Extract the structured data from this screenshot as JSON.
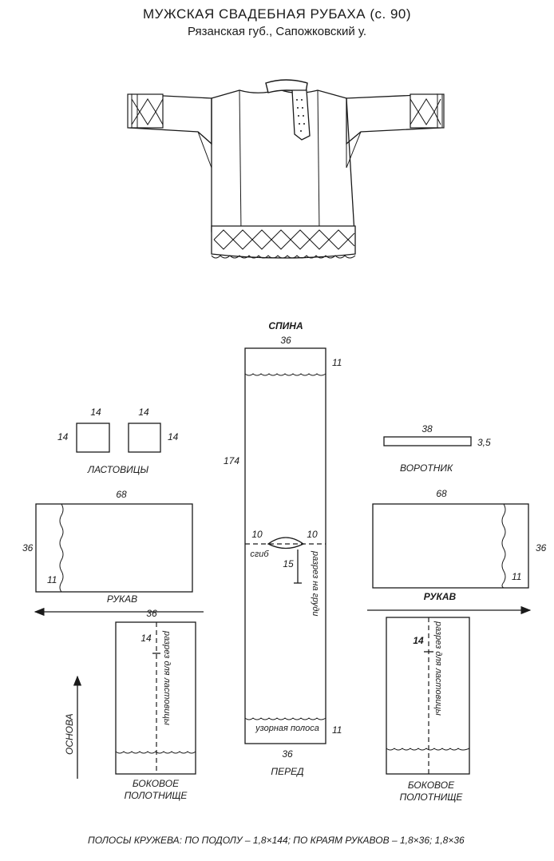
{
  "header": {
    "title": "МУЖСКАЯ СВАДЕБНАЯ РУБАХА (с. 90)",
    "subtitle": "Рязанская губ., Сапожковский у."
  },
  "back_panel": {
    "label_top": "СПИНА",
    "width_top": "36",
    "pattern_top": "11",
    "length": "174",
    "fold_left": "10",
    "fold_right": "10",
    "fold_label": "сгиб",
    "slit_len": "15",
    "slit_label": "разрез на груди",
    "pattern_bottom": "11",
    "pattern_band": "узорная полоса",
    "width_bottom": "36",
    "label_bottom": "ПЕРЕД"
  },
  "gussets": {
    "width_1": "14",
    "width_2": "14",
    "height_1": "14",
    "height_2": "14",
    "label": "ЛАСТОВИЦЫ"
  },
  "collar": {
    "length": "38",
    "height": "3,5",
    "label": "ВОРОТНИК"
  },
  "sleeve_left": {
    "length": "68",
    "height": "36",
    "pattern": "11",
    "label": "РУКАВ"
  },
  "sleeve_right": {
    "length": "68",
    "height": "36",
    "pattern": "11",
    "label": "РУКАВ"
  },
  "side_left": {
    "width": "36",
    "slit_len": "14",
    "slit_label": "разрез для ластовицы",
    "label_line1": "БОКОВОЕ",
    "label_line2": "ПОЛОТНИЩЕ"
  },
  "side_right": {
    "slit_len": "14",
    "slit_label": "разрез для ластовицы",
    "label_line1": "БОКОВОЕ",
    "label_line2": "ПОЛОТНИЩЕ"
  },
  "warp": {
    "label": "ОСНОВА"
  },
  "footer": {
    "note": "ПОЛОСЫ КРУЖЕВА: ПО ПОДОЛУ – 1,8×144; ПО КРАЯМ РУКАВОВ – 1,8×36; 1,8×36"
  }
}
